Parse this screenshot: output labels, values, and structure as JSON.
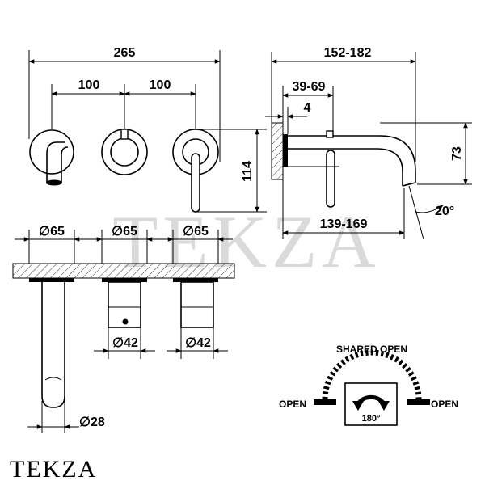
{
  "watermark": "TEKZA",
  "brand": "TEKZA",
  "front_view": {
    "overall_width": "265",
    "spacing_left": "100",
    "spacing_right": "100",
    "height": "114"
  },
  "side_view": {
    "projection": "152-182",
    "wall_range": "39-69",
    "plate": "4",
    "spout_height": "73",
    "spout_reach": "139-169",
    "angle": "20°"
  },
  "top_view": {
    "dia_1": "∅65",
    "dia_2": "∅65",
    "dia_3": "∅65",
    "dia_body_1": "∅42",
    "dia_body_2": "∅42",
    "dia_spout": "∅28"
  },
  "operation": {
    "top_label": "SHARED OPEN",
    "left_label": "OPEN",
    "right_label": "OPEN",
    "rotation": "180°"
  }
}
